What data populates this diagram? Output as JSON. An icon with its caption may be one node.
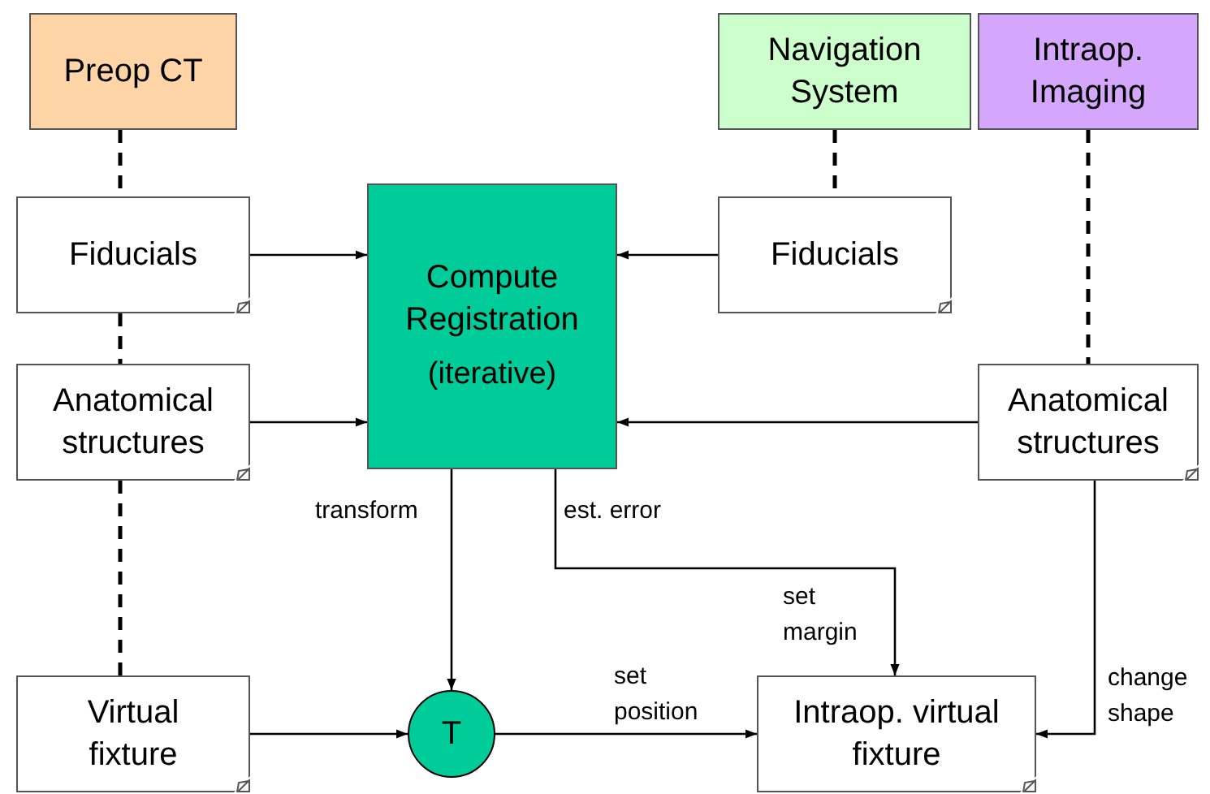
{
  "diagram": {
    "nodes": [
      {
        "text": [
          "Preop CT"
        ]
      },
      {
        "text": [
          "Navigation System"
        ]
      },
      {
        "text": [
          "Intraop. Imaging"
        ]
      },
      {
        "text": [
          "Fiducials"
        ]
      },
      {
        "text": [
          "Anatomical structures"
        ]
      },
      {
        "text": [
          "Compute Registration",
          "(iterative)"
        ]
      },
      {
        "text": [
          "Fiducials"
        ]
      },
      {
        "text": [
          "Anatomical structures"
        ]
      },
      {
        "text": [
          "Virtual fixture"
        ]
      },
      {
        "text": [
          "T"
        ]
      },
      {
        "text": [
          "Intraop. virtual fixture"
        ]
      }
    ],
    "edges": [
      {
        "from": 0,
        "to": 3,
        "arrow": "none",
        "style": "dashed"
      },
      {
        "from": 3,
        "to": 4,
        "arrow": "none",
        "style": "dashed"
      },
      {
        "from": 4,
        "to": 8,
        "arrow": "none",
        "style": "dashed"
      },
      {
        "from": 1,
        "to": 6,
        "arrow": "none",
        "style": "dashed"
      },
      {
        "from": 2,
        "to": 7,
        "arrow": "none",
        "style": "dashed"
      },
      {
        "from": 3,
        "to": 5,
        "arrow": "to"
      },
      {
        "from": 4,
        "to": 5,
        "arrow": "to"
      },
      {
        "from": 6,
        "to": 5,
        "arrow": "to"
      },
      {
        "from": 7,
        "to": 5,
        "arrow": "to"
      },
      {
        "from": 5,
        "to": 9,
        "arrow": "to",
        "label": "transform"
      },
      {
        "from": 5,
        "to": 10,
        "arrow": "to",
        "label": "est. error"
      },
      {
        "from": 8,
        "to": 9,
        "arrow": "to"
      },
      {
        "from": 9,
        "to": 10,
        "arrow": "to",
        "label": "set position"
      },
      {
        "from": 7,
        "to": 10,
        "arrow": "to",
        "label": "change shape"
      }
    ],
    "labels": [
      "set margin"
    ]
  }
}
